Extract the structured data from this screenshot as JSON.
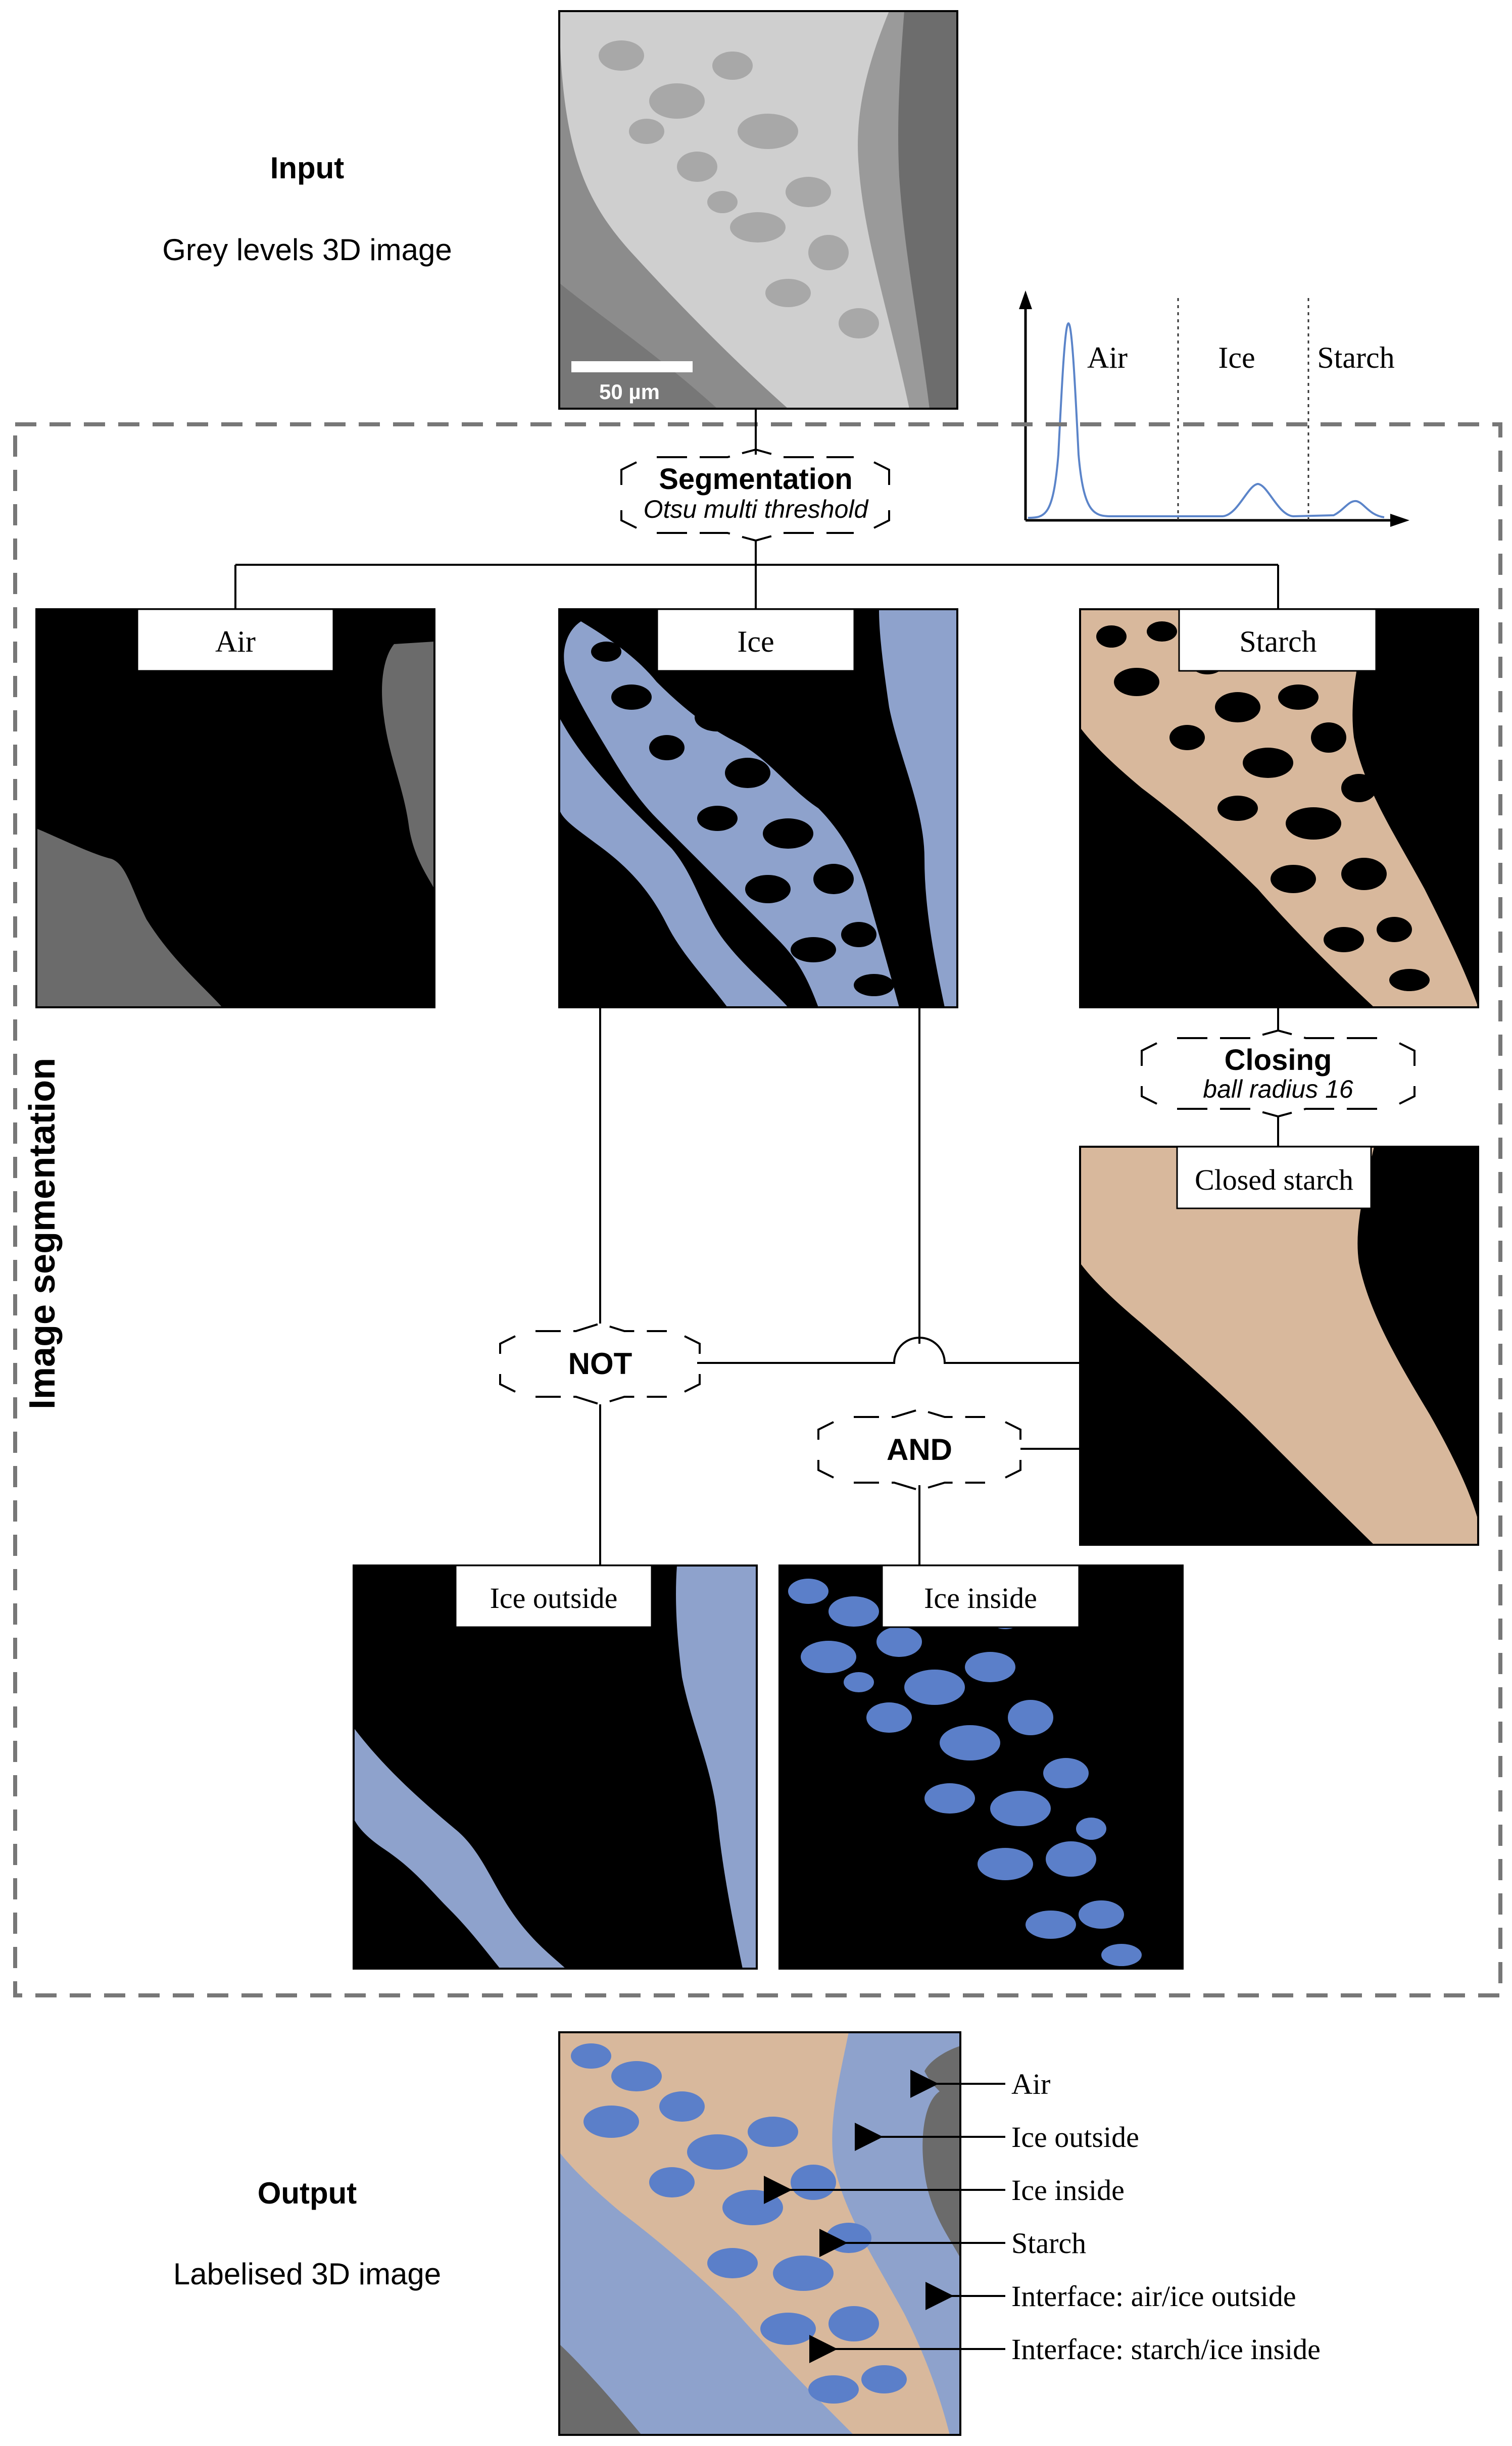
{
  "input": {
    "heading": "Input",
    "subtitle": "Grey levels 3D image",
    "scale_bar": "50 µm"
  },
  "histogram": {
    "labels": [
      "Air",
      "Ice",
      "Starch"
    ]
  },
  "segmentation": {
    "title": "Segmentation",
    "method": "Otsu multi threshold"
  },
  "section_label": "Image segmentation",
  "panels": {
    "air": "Air",
    "ice": "Ice",
    "starch": "Starch",
    "closed_starch": "Closed starch",
    "ice_outside": "Ice outside",
    "ice_inside": "Ice inside"
  },
  "closing": {
    "title": "Closing",
    "param": "ball radius 16"
  },
  "ops": {
    "not": "NOT",
    "and": "AND"
  },
  "output": {
    "heading": "Output",
    "subtitle": "Labelised 3D image",
    "legend": [
      "Air",
      "Ice outside",
      "Ice inside",
      "Starch",
      "Interface: air/ice outside",
      "Interface: starch/ice inside"
    ]
  },
  "colors": {
    "air_grey": "#6b6b6b",
    "ice_outside": "#8ea2cc",
    "ice_inside": "#5b7fc9",
    "starch": "#d8b89c",
    "black": "#000000",
    "dashed": "#777777"
  }
}
